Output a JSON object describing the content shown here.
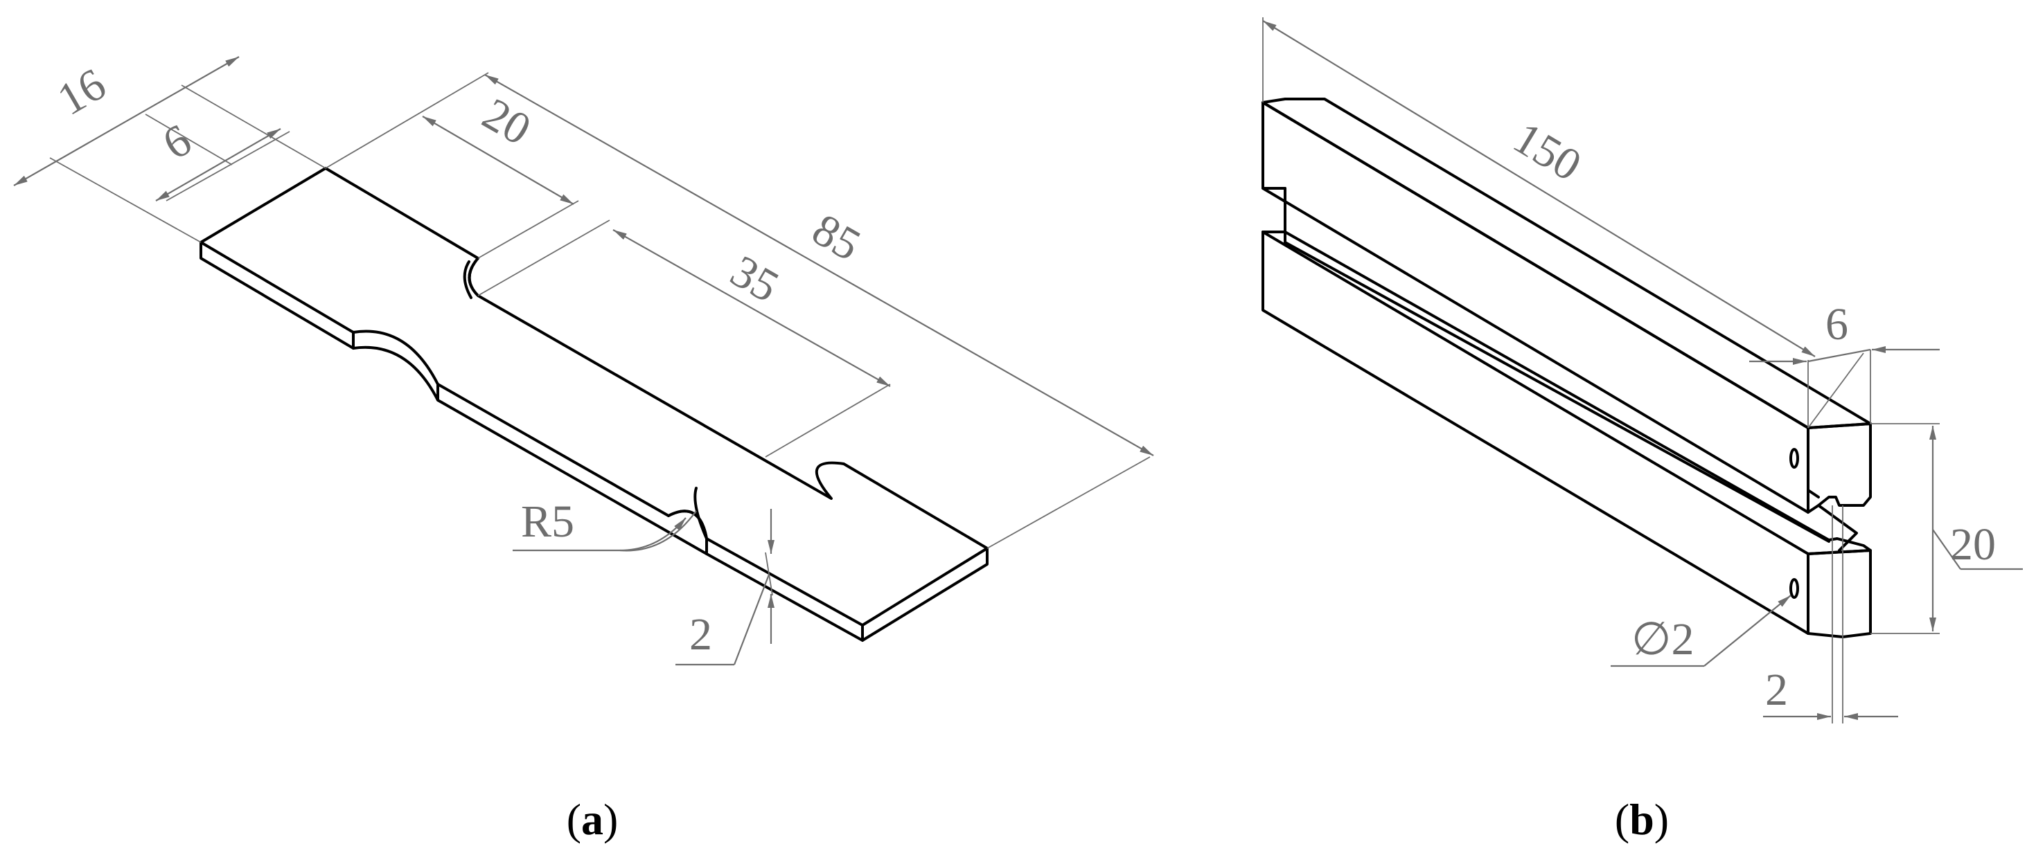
{
  "figure": {
    "panel_a": {
      "caption_letter": "a",
      "dimensions": {
        "total_width": "16",
        "gauge_width": "6",
        "grip_length": "20",
        "gauge_length": "35",
        "total_length": "85",
        "fillet_radius": "R5",
        "thickness": "2"
      }
    },
    "panel_b": {
      "caption_letter": "b",
      "dimensions": {
        "length": "150",
        "width": "6",
        "height": "20",
        "hole_diameter": "∅2",
        "gap": "2"
      }
    }
  }
}
